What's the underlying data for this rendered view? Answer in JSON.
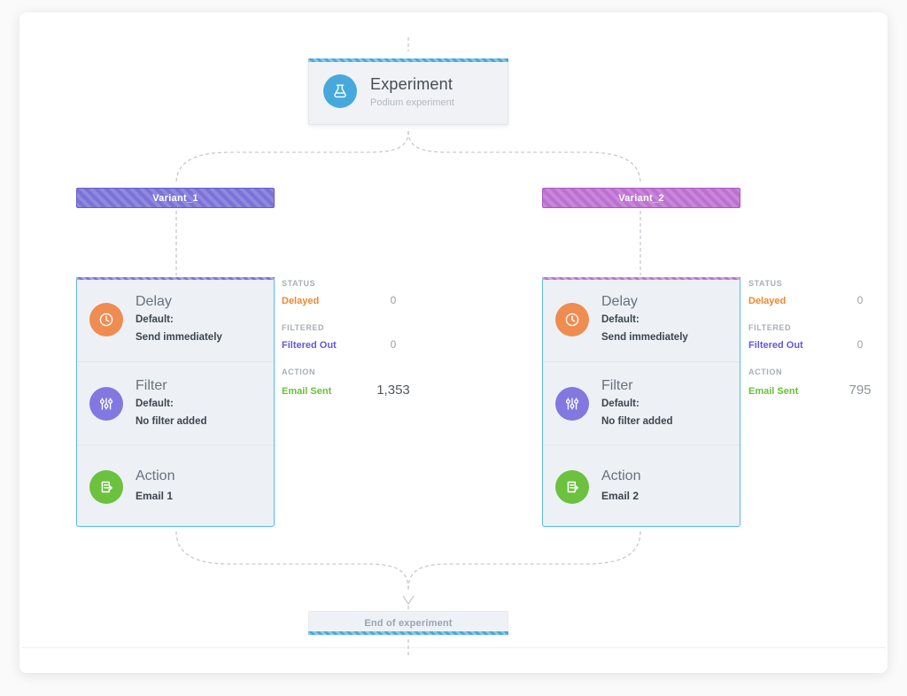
{
  "experiment": {
    "title": "Experiment",
    "subtitle": "Podium experiment"
  },
  "variants": [
    {
      "name": "Variant_1",
      "steps": [
        {
          "icon": "clock-icon",
          "title": "Delay",
          "line1": "Default:",
          "line2": "Send immediately"
        },
        {
          "icon": "sliders-icon",
          "title": "Filter",
          "line1": "Default:",
          "line2": "No filter added"
        },
        {
          "icon": "email-send-icon",
          "title": "Action",
          "line1": "Email 1"
        }
      ],
      "stats": [
        {
          "category": "STATUS",
          "label": "Delayed",
          "label_color": "#f0872e",
          "value": "0"
        },
        {
          "category": "FILTERED",
          "label": "Filtered Out",
          "label_color": "#6459d6",
          "value": "0"
        },
        {
          "category": "ACTION",
          "label": "Email Sent",
          "label_color": "#67c133",
          "value": "1,353"
        }
      ]
    },
    {
      "name": "Variant_2",
      "steps": [
        {
          "icon": "clock-icon",
          "title": "Delay",
          "line1": "Default:",
          "line2": "Send immediately"
        },
        {
          "icon": "sliders-icon",
          "title": "Filter",
          "line1": "Default:",
          "line2": "No filter added"
        },
        {
          "icon": "email-send-icon",
          "title": "Action",
          "line1": "Email 2"
        }
      ],
      "stats": [
        {
          "category": "STATUS",
          "label": "Delayed",
          "label_color": "#f0872e",
          "value": "0"
        },
        {
          "category": "FILTERED",
          "label": "Filtered Out",
          "label_color": "#6459d6",
          "value": "0"
        },
        {
          "category": "ACTION",
          "label": "Email Sent",
          "label_color": "#67c133",
          "value": "795"
        }
      ]
    }
  ],
  "end_node": {
    "label": "End of experiment"
  },
  "colors": {
    "accent-blue": "#47a9db",
    "card-border": "#5ab7e8",
    "variant1": "#7b72d8",
    "variant1-border": "#675dc9",
    "variant2": "#bd70d2",
    "variant2-border": "#aa58c5",
    "delay-orange": "#ef8c52",
    "filter-purple": "#8278e0",
    "action-green": "#6cc13f",
    "stat-orange": "#f0872e",
    "stat-purple": "#6459d6",
    "stat-green": "#67c133"
  }
}
